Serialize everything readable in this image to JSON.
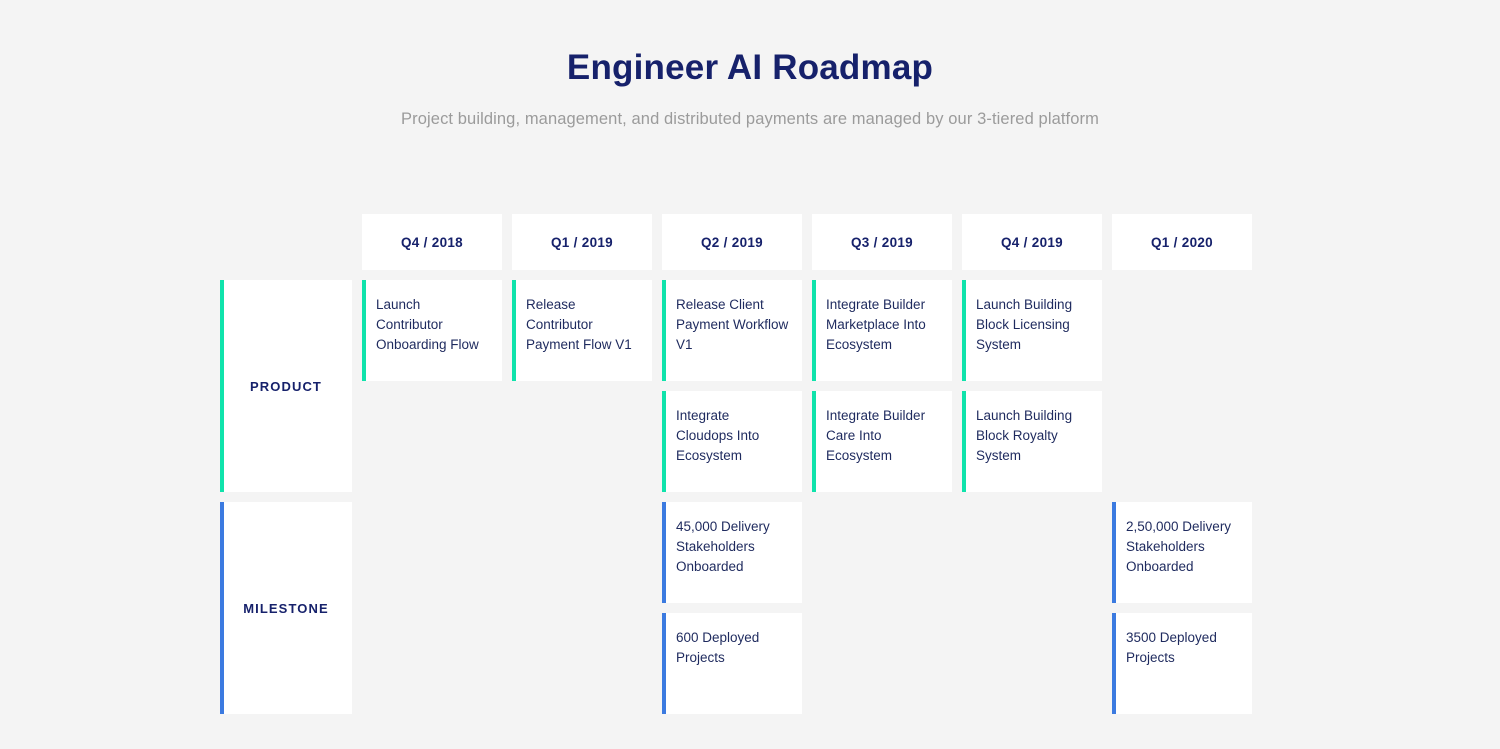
{
  "header": {
    "title": "Engineer AI Roadmap",
    "subtitle": "Project building, management, and distributed payments are managed by our 3-tiered platform"
  },
  "colors": {
    "background": "#f4f4f4",
    "card": "#ffffff",
    "title": "#16216b",
    "subtitle": "#9b9b9b",
    "text": "#1e2a5e",
    "product_accent": "#0fe3ab",
    "milestone_accent": "#3b7ae0"
  },
  "timeline": {
    "quarters": [
      "Q4 / 2018",
      "Q1 / 2019",
      "Q2 / 2019",
      "Q3 / 2019",
      "Q4 / 2019",
      "Q1 / 2020"
    ]
  },
  "rows": [
    {
      "label": "PRODUCT",
      "accent": "green",
      "sublanes": [
        [
          "Launch Contributor Onboarding Flow",
          "Release Contributor Payment Flow V1",
          "Release Client Payment Workflow V1",
          "Integrate Builder Marketplace Into Ecosystem",
          "Launch Building Block Licensing System",
          ""
        ],
        [
          "",
          "",
          "Integrate Cloudops Into Ecosystem",
          "Integrate Builder Care Into Ecosystem",
          "Launch Building Block Royalty System",
          ""
        ]
      ]
    },
    {
      "label": "MILESTONE",
      "accent": "blue",
      "sublanes": [
        [
          "",
          "",
          "45,000 Delivery Stakeholders Onboarded",
          "",
          "",
          "2,50,000 Delivery Stakeholders Onboarded"
        ],
        [
          "",
          "",
          "600 Deployed Projects",
          "",
          "",
          "3500 Deployed Projects"
        ]
      ]
    }
  ]
}
